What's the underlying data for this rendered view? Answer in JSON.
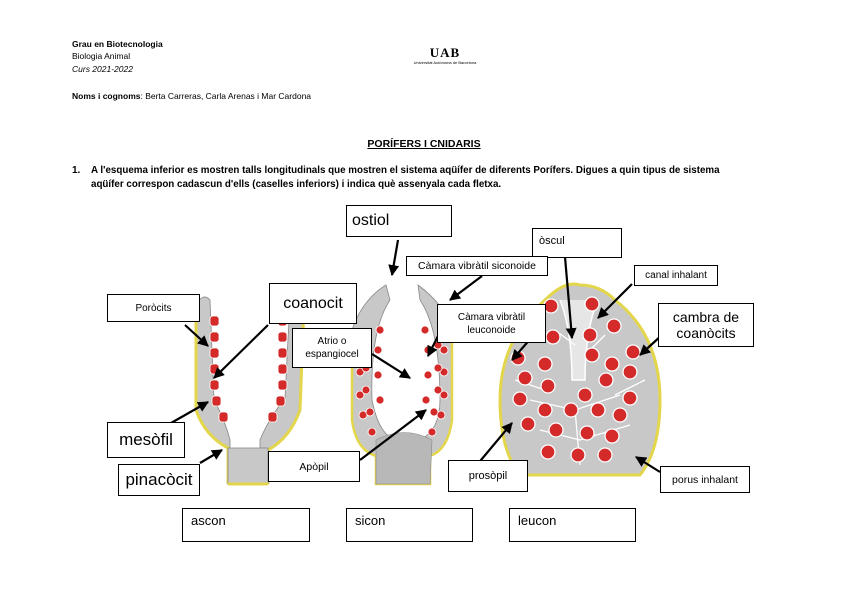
{
  "header": {
    "degree": "Grau en Biotecnologia",
    "subject": "Biologia Animal",
    "course": "Curs 2021-2022",
    "names_label": "Noms i cognoms",
    "names_value": ": Berta Carreras, Carla Arenas i Mar Cardona"
  },
  "logo": {
    "mark": "UAB",
    "university": "Universitat Autònoma de Barcelona"
  },
  "title": "PORÍFERS I CNIDARIS",
  "question": {
    "number": "1.",
    "line1": "A l'esquema inferior es mostren talls longitudinals que mostren el sistema aqüífer de diferents Porífers. Digues a quin tipus de sistema",
    "line2": "aqüífer correspon cadascun d'ells (caselles inferiors) i indica què assenyala cada fletxa."
  },
  "labels": {
    "ostiol": "ostiol",
    "osculo": "òscul",
    "camara_siconoide": "Càmara vibràtil siconoide",
    "canal_inhalant": "canal inhalant",
    "porocits": "Poròcits",
    "coanocit": "coanocit",
    "camara_leuconoide_1": "Càmara vibràtil",
    "camara_leuconoide_2": "leuconoide",
    "atrio_1": "Atrio o",
    "atrio_2": "espangiocel",
    "cambra_1": "cambra de",
    "cambra_2": "coanòcits",
    "mesofil": "mesòfil",
    "apopil": "Apòpil",
    "prosopil": "prosòpil",
    "porus_inhalant": "porus inhalant",
    "pinacocit": "pinacòcit"
  },
  "answers": [
    "ascon",
    "sicon",
    "leucon"
  ],
  "colors": {
    "mesohyl_gray": "#c8c8c8",
    "choanocyte_red": "#d42a2a",
    "pinacoderm_yellow": "#e3d64a",
    "arrow": "#000000"
  }
}
